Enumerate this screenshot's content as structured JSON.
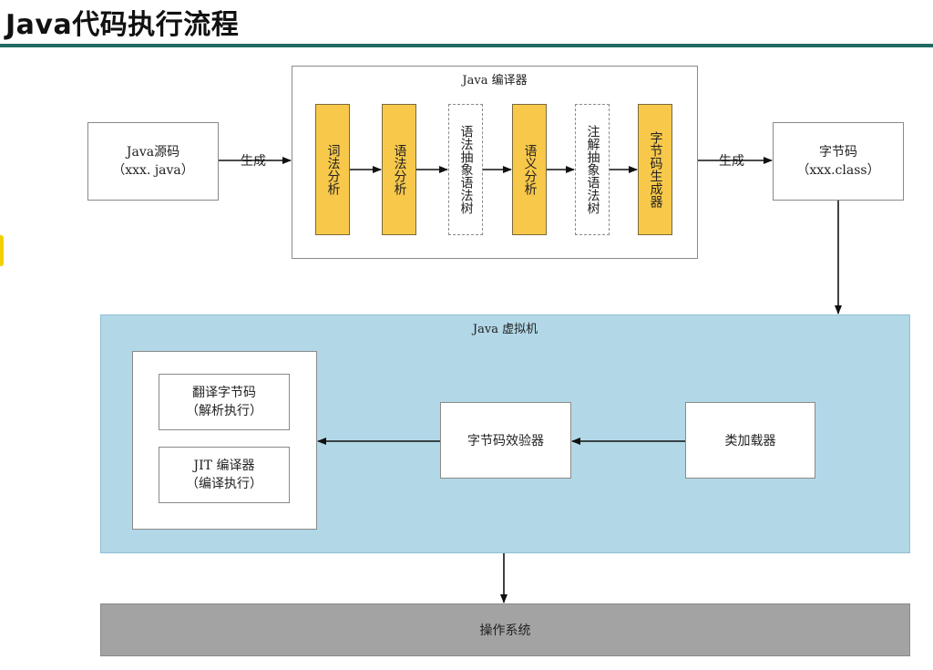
{
  "header": {
    "title": "Java代码执行流程"
  },
  "source": {
    "line1": "Java源码",
    "line2": "（xxx. java）"
  },
  "edge_generate_left": "生成",
  "edge_generate_right": "生成",
  "compiler": {
    "label": "Java 编译器",
    "steps": [
      {
        "text": "词法分析",
        "kind": "phase"
      },
      {
        "text": "语法分析",
        "kind": "phase"
      },
      {
        "text": "语法抽象语法树",
        "kind": "tree"
      },
      {
        "text": "语义分析",
        "kind": "phase"
      },
      {
        "text": "注解抽象语法树",
        "kind": "tree"
      },
      {
        "text": "字节码生成器",
        "kind": "phase"
      }
    ]
  },
  "bytecode": {
    "line1": "字节码",
    "line2": "（xxx.class）"
  },
  "jvm": {
    "label": "Java 虚拟机",
    "interpret": {
      "line1": "翻译字节码",
      "line2": "（解析执行）"
    },
    "jit": {
      "line1": "JIT 编译器",
      "line2": "（编译执行）"
    },
    "verifier": "字节码效验器",
    "loader": "类加载器"
  },
  "os": {
    "label": "操作系统"
  },
  "colors": {
    "phase_fill": "#f7c84a",
    "jvm_fill": "#b2d8e8",
    "os_fill": "#a3a3a3",
    "title_rule": "#1f6b62"
  }
}
